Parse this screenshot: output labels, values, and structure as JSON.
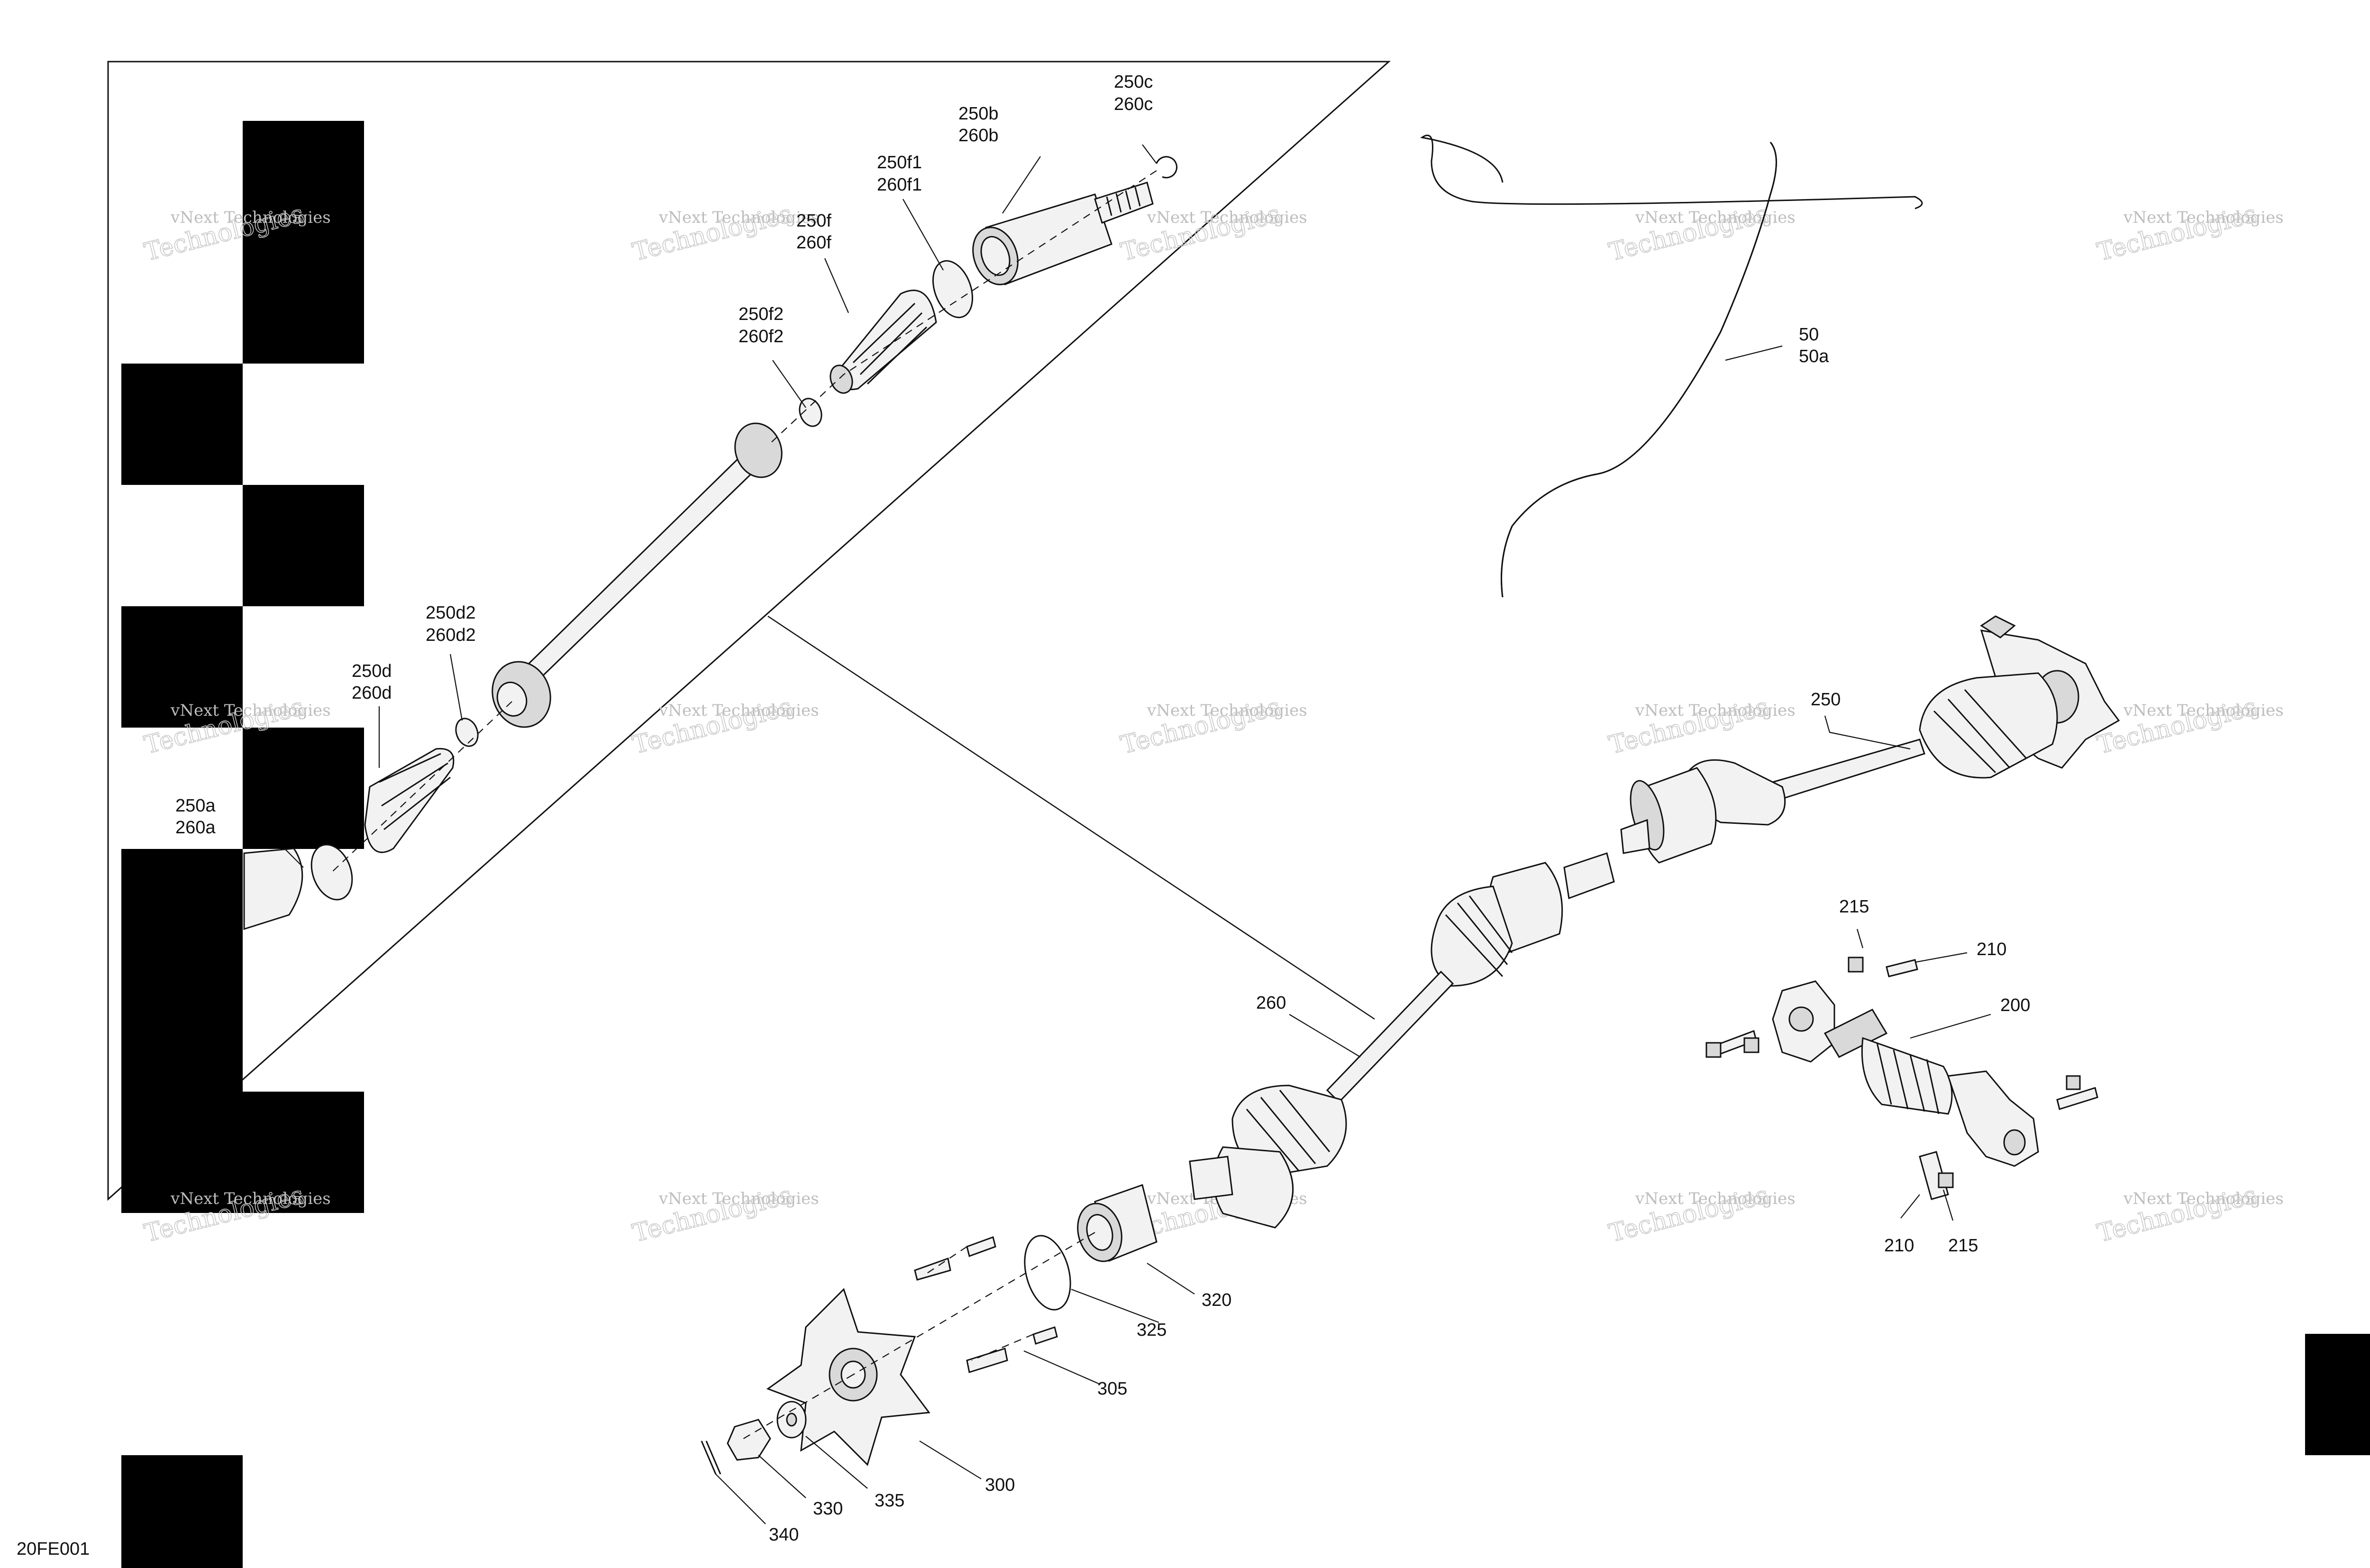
{
  "diagram": {
    "id_code": "20FE001",
    "watermark": {
      "line1": "vNext Technologies",
      "line2": "Technologies"
    },
    "colors": {
      "ink": "#111111",
      "watermark": "#c8c8c8",
      "redaction": "#000000"
    },
    "callouts": {
      "c250c": {
        "line1": "250c",
        "line2": "260c"
      },
      "c250b": {
        "line1": "250b",
        "line2": "260b"
      },
      "c250f1": {
        "line1": "250f1",
        "line2": "260f1"
      },
      "c250f": {
        "line1": "250f",
        "line2": "260f"
      },
      "c250f2": {
        "line1": "250f2",
        "line2": "260f2"
      },
      "c250d2": {
        "line1": "250d2",
        "line2": "260d2"
      },
      "c250d": {
        "line1": "250d",
        "line2": "260d"
      },
      "c250a": {
        "line1": "250a",
        "line2": "260a"
      },
      "c50": {
        "line1": "50",
        "line2": "50a"
      },
      "c250": {
        "line1": "250"
      },
      "c260": {
        "line1": "260"
      },
      "c215a": {
        "line1": "215"
      },
      "c210a": {
        "line1": "210"
      },
      "c200": {
        "line1": "200"
      },
      "c210b": {
        "line1": "210"
      },
      "c215b": {
        "line1": "215"
      },
      "c320": {
        "line1": "320"
      },
      "c325": {
        "line1": "325"
      },
      "c305": {
        "line1": "305"
      },
      "c300": {
        "line1": "300"
      },
      "c335": {
        "line1": "335"
      },
      "c330": {
        "line1": "330"
      },
      "c340": {
        "line1": "340"
      }
    }
  }
}
